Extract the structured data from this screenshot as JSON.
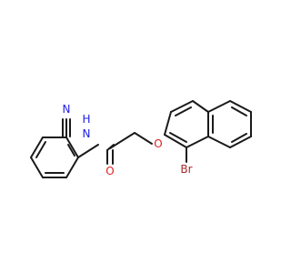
{
  "molecule": {
    "atoms": [
      {
        "id": "N_nitrile",
        "symbol": "N",
        "color": "#2020e0"
      },
      {
        "id": "N_amide",
        "symbol": "N",
        "color": "#2020e0"
      },
      {
        "id": "H_amide",
        "symbol": "H",
        "color": "#2020e0"
      },
      {
        "id": "O_carbonyl",
        "symbol": "O",
        "color": "#e02020"
      },
      {
        "id": "O_ether",
        "symbol": "O",
        "color": "#e02020"
      },
      {
        "id": "Br",
        "symbol": "Br",
        "color": "#a52a2a"
      }
    ],
    "bond_color": "#1a1a1a"
  }
}
